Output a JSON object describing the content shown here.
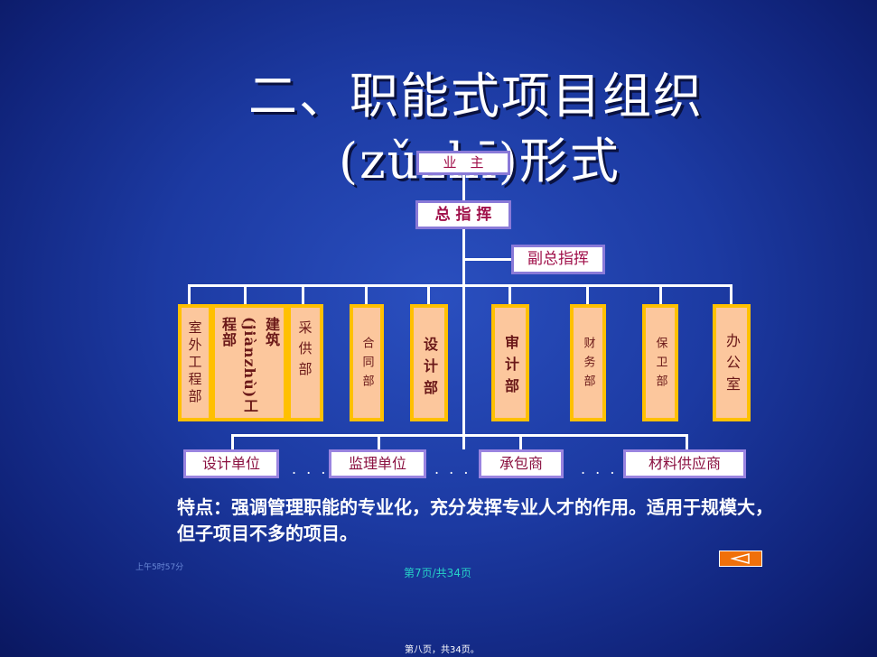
{
  "title": {
    "line1": "二、职能式项目组织",
    "line2": "(zǔzhī)形式"
  },
  "top": {
    "owner": "业　主",
    "commander": "总 指 挥",
    "deputy": "副总指挥"
  },
  "departments": [
    "室外工程部",
    "建筑(jiànzhù)工程部",
    "采供部",
    "合同部",
    "设计部",
    "审计部",
    "财务部",
    "保卫部",
    "办公室"
  ],
  "units": [
    "设计单位",
    "监理单位",
    "承包商",
    "材料供应商"
  ],
  "dots": ". . .",
  "feature": "特点：强调管理职能的专业化，充分发挥专业人才的作用。适用于规模大，但子项目不多的项目。",
  "time": "上午5时57分",
  "page_indicator": "第7页/共34页",
  "footer": "第八页，共34页。",
  "colors": {
    "accent": "#f0700a",
    "dept_fill": "#fcc79d",
    "dept_border": "#ffc000"
  }
}
